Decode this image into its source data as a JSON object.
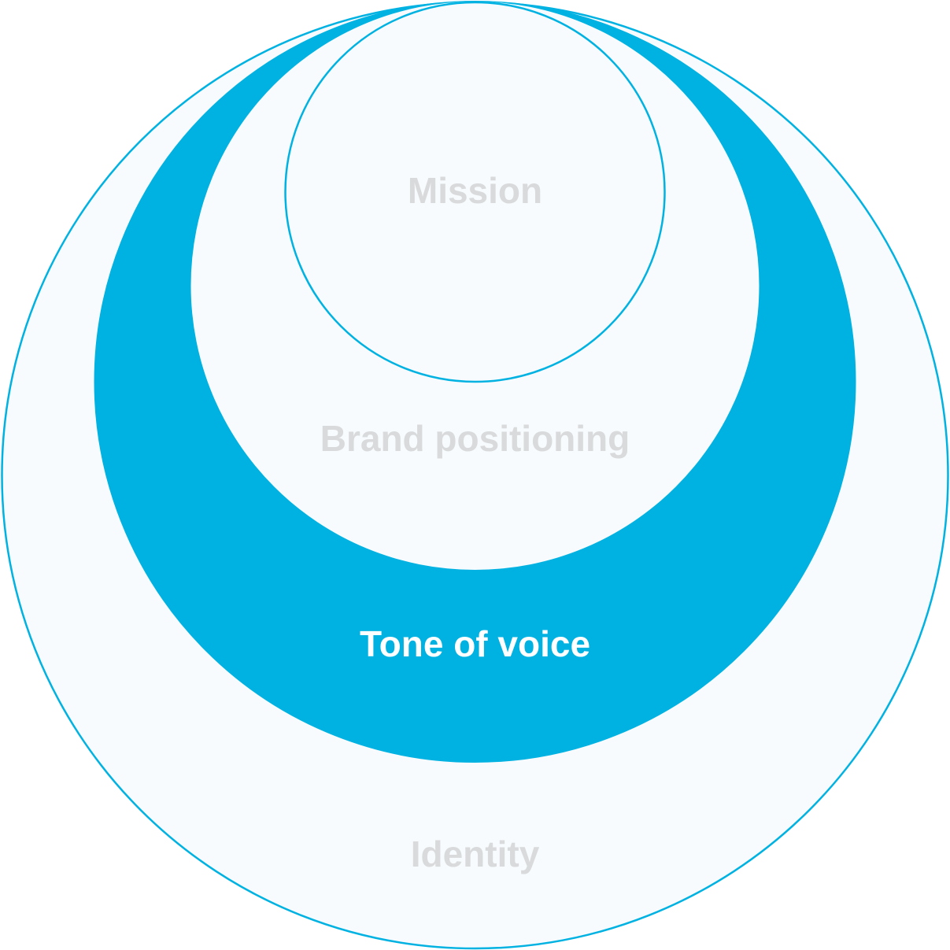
{
  "colors": {
    "ring_fill": "#f7fbfd",
    "ring_stroke": "#00b2e2",
    "highlight_fill": "#00b2e2",
    "muted_text": "#d9dadb",
    "highlight_text": "#ffffff"
  },
  "layers": [
    {
      "label": "Identity",
      "highlighted": false
    },
    {
      "label": "Tone of voice",
      "highlighted": true
    },
    {
      "label": "Brand positioning",
      "highlighted": false
    },
    {
      "label": "Mission",
      "highlighted": false
    }
  ]
}
